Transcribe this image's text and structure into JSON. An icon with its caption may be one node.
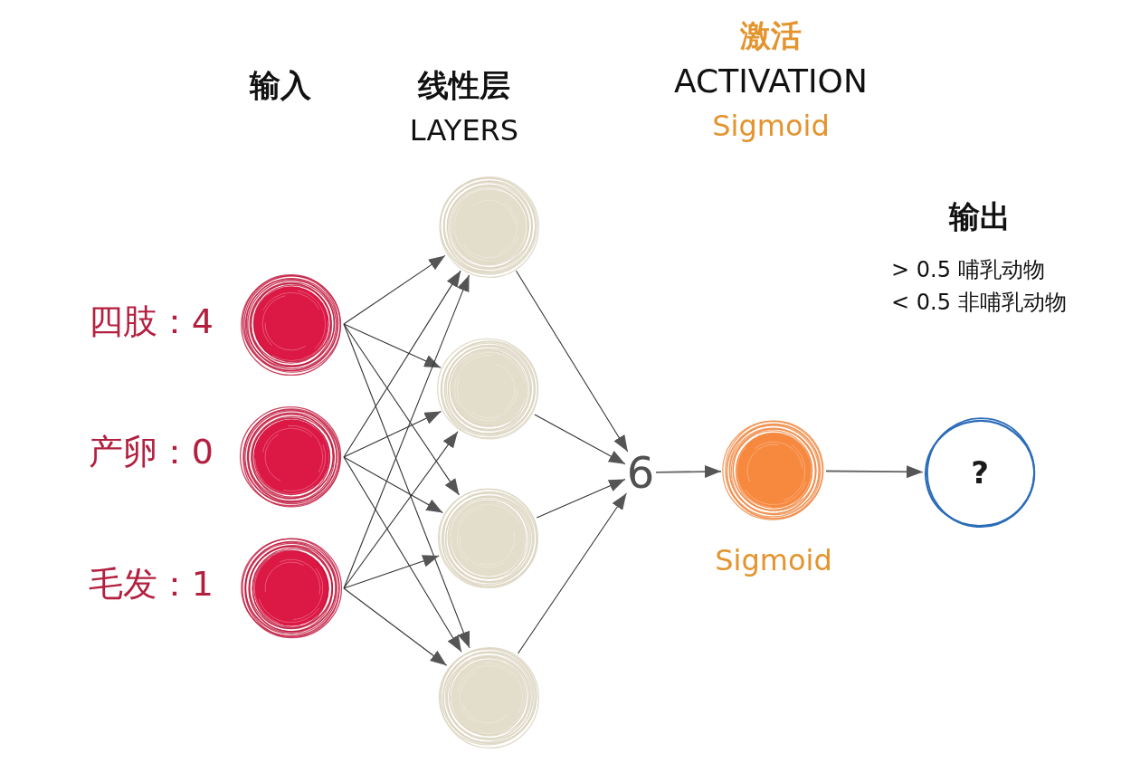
{
  "diagram": {
    "nodes": [
      {
        "text": [],
        "shape": "circle",
        "beside": [
          "四肢：4"
        ]
      },
      {
        "text": [],
        "shape": "circle",
        "beside": [
          "产卵：0"
        ]
      },
      {
        "text": [],
        "shape": "circle",
        "beside": [
          "毛发：1"
        ]
      },
      {
        "text": [],
        "shape": "circle"
      },
      {
        "text": [],
        "shape": "circle"
      },
      {
        "text": [],
        "shape": "circle"
      },
      {
        "text": [],
        "shape": "circle"
      },
      {
        "text": [
          "6"
        ]
      },
      {
        "text": [],
        "shape": "circle",
        "beside": [
          "Sigmoid"
        ]
      },
      {
        "text": [
          "?"
        ]
      }
    ],
    "edges": [
      {
        "from": 0,
        "to": 3,
        "arrow": "to"
      },
      {
        "from": 0,
        "to": 4,
        "arrow": "to"
      },
      {
        "from": 0,
        "to": 5,
        "arrow": "to"
      },
      {
        "from": 0,
        "to": 6,
        "arrow": "to"
      },
      {
        "from": 1,
        "to": 3,
        "arrow": "to"
      },
      {
        "from": 1,
        "to": 4,
        "arrow": "to"
      },
      {
        "from": 1,
        "to": 5,
        "arrow": "to"
      },
      {
        "from": 1,
        "to": 6,
        "arrow": "to"
      },
      {
        "from": 2,
        "to": 3,
        "arrow": "to"
      },
      {
        "from": 2,
        "to": 4,
        "arrow": "to"
      },
      {
        "from": 2,
        "to": 5,
        "arrow": "to"
      },
      {
        "from": 2,
        "to": 6,
        "arrow": "to"
      },
      {
        "from": 3,
        "to": 7,
        "arrow": "to"
      },
      {
        "from": 4,
        "to": 7,
        "arrow": "to"
      },
      {
        "from": 5,
        "to": 7,
        "arrow": "to"
      },
      {
        "from": 6,
        "to": 7,
        "arrow": "to"
      },
      {
        "from": 7,
        "to": 8,
        "arrow": "to"
      },
      {
        "from": 8,
        "to": 9,
        "arrow": "to"
      }
    ],
    "labels": [
      "输入",
      "线性层",
      "LAYERS",
      "激活",
      "ACTIVATION",
      "Sigmoid",
      "输出",
      "> 0.5 哺乳动物",
      "< 0.5 非哺乳动物"
    ]
  }
}
